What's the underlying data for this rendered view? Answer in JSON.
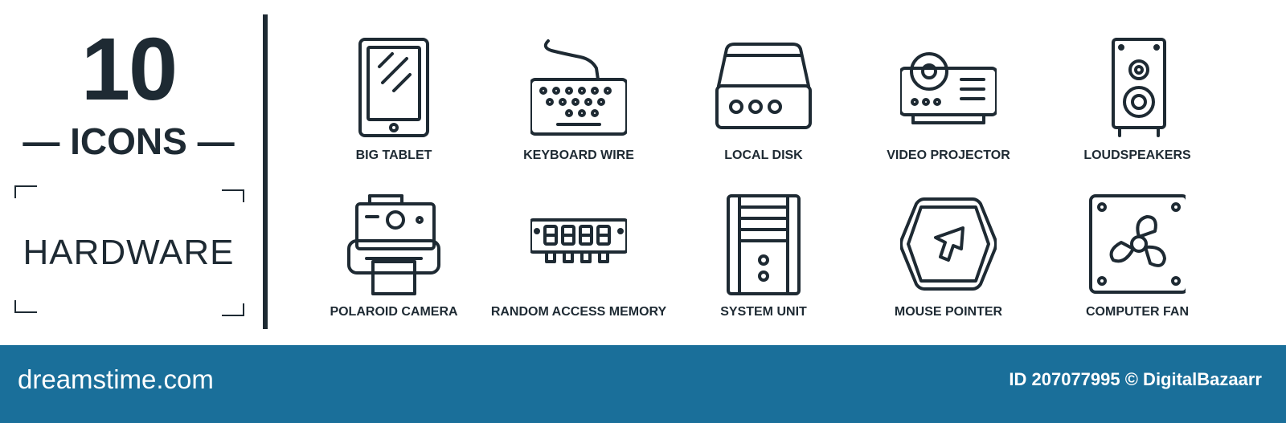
{
  "title": {
    "count": "10",
    "icons_label": "— ICONS —",
    "category": "HARDWARE"
  },
  "icons": [
    {
      "label": "BIG TABLET",
      "icon": "tablet-icon"
    },
    {
      "label": "KEYBOARD WIRE",
      "icon": "keyboard-icon"
    },
    {
      "label": "LOCAL DISK",
      "icon": "disk-icon"
    },
    {
      "label": "VIDEO PROJECTOR",
      "icon": "projector-icon"
    },
    {
      "label": "LOUDSPEAKERS",
      "icon": "speaker-icon"
    },
    {
      "label": "POLAROID CAMERA",
      "icon": "camera-icon"
    },
    {
      "label": "RANDOM ACCESS MEMORY",
      "icon": "ram-icon"
    },
    {
      "label": "SYSTEM UNIT",
      "icon": "computer-tower-icon"
    },
    {
      "label": "MOUSE POINTER",
      "icon": "cursor-icon"
    },
    {
      "label": "COMPUTER FAN",
      "icon": "fan-icon"
    }
  ],
  "footer": {
    "brand": "dreamstime.com",
    "credit": "ID 207077995 © DigitalBazaarr",
    "background": "#1a6f9a"
  }
}
